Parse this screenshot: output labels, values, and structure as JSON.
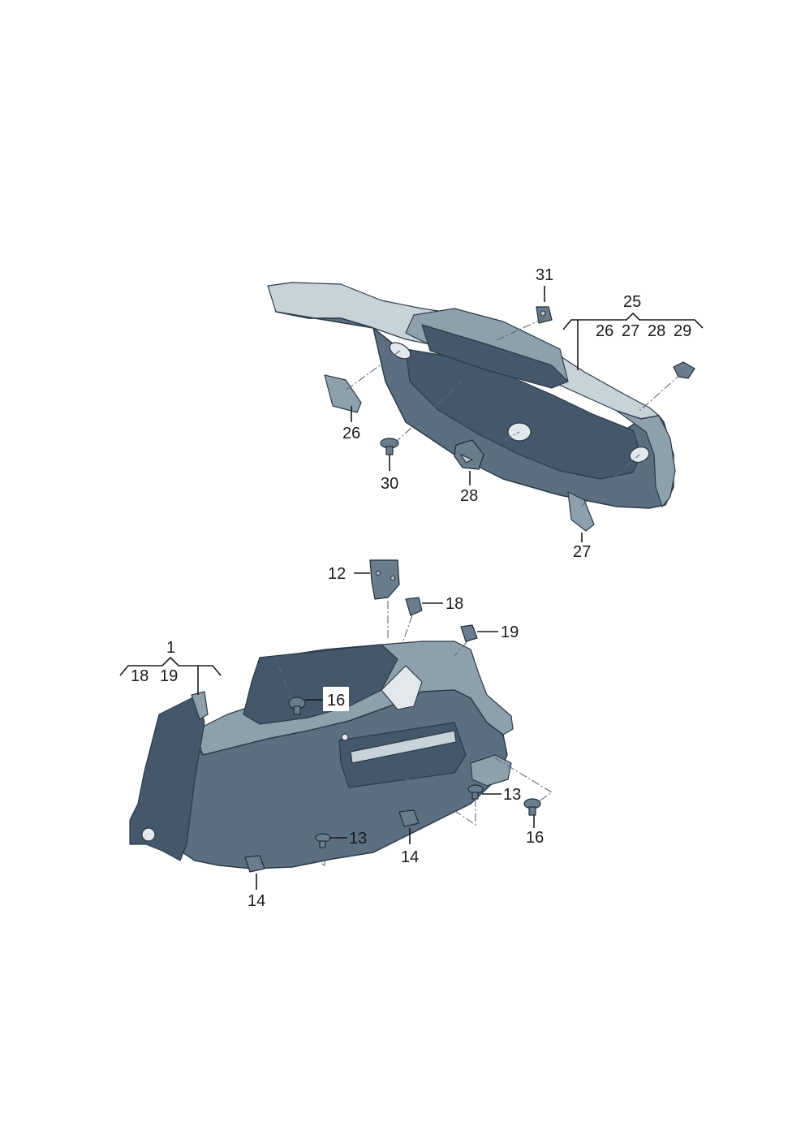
{
  "labels": {
    "l31": "31",
    "l25": "25",
    "l26a": "26",
    "l27a": "27",
    "l28a": "28",
    "l29": "29",
    "l26": "26",
    "l30": "30",
    "l28": "28",
    "l27": "27",
    "l12": "12",
    "l18a": "18",
    "l19a": "19",
    "l1": "1",
    "l18b": "18",
    "l19b": "19",
    "l16a": "16",
    "l13a": "13",
    "l16b": "16",
    "l13b": "13",
    "l14a": "14",
    "l14b": "14"
  },
  "colors": {
    "panel": "#5c6f80",
    "panel_light": "#8fa0ad",
    "panel_highlight": "#c8d2d9",
    "outline": "#2b3a48"
  }
}
